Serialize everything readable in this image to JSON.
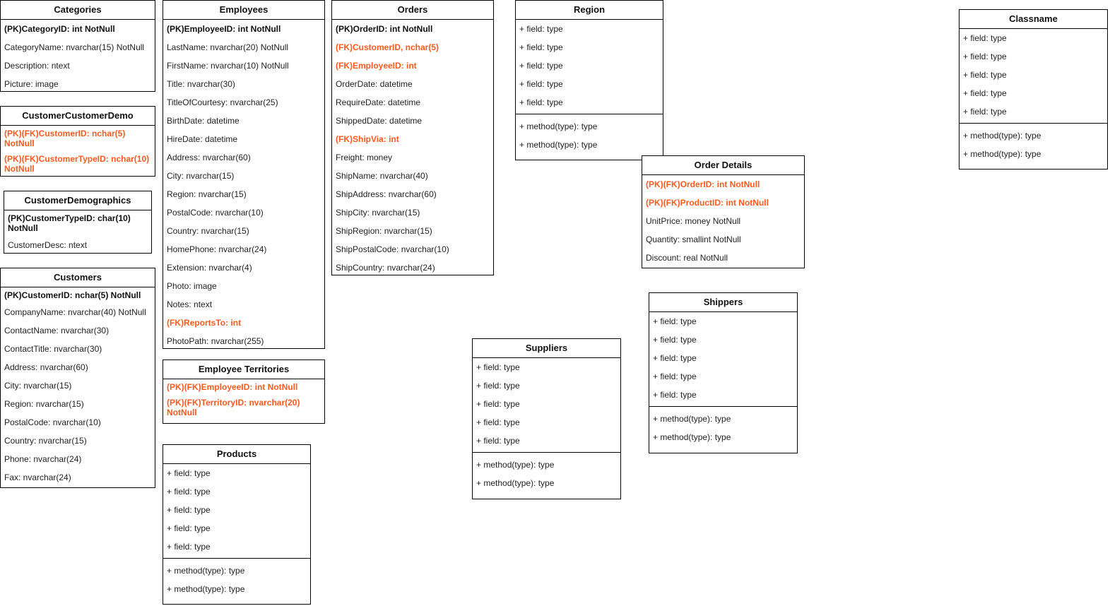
{
  "colors": {
    "fk": "#ff5a1f",
    "border": "#000000",
    "text": "#222222"
  },
  "entities": {
    "categories": {
      "title": "Categories",
      "fields": [
        {
          "text": "(PK)CategoryID: int NotNull",
          "kind": "pk"
        },
        {
          "text": "CategoryName: nvarchar(15) NotNull",
          "kind": "plain"
        },
        {
          "text": "Description: ntext",
          "kind": "plain"
        },
        {
          "text": "Picture: image",
          "kind": "plain"
        }
      ]
    },
    "customer_customer_demo": {
      "title": "CustomerCustomerDemo",
      "fields": [
        {
          "text": "(PK)(FK)CustomerID: nchar(5) NotNull",
          "kind": "fk"
        },
        {
          "text": "(PK)(FK)CustomerTypeID: nchar(10) NotNull",
          "kind": "fk"
        }
      ]
    },
    "customer_demographics": {
      "title": "CustomerDemographics",
      "fields": [
        {
          "text": "(PK)CustomerTypeID: char(10) NotNull",
          "kind": "pk"
        },
        {
          "text": "CustomerDesc: ntext",
          "kind": "plain"
        }
      ]
    },
    "customers": {
      "title": "Customers",
      "fields": [
        {
          "text": "(PK)CustomerID: nchar(5) NotNull",
          "kind": "pk"
        },
        {
          "text": "CompanyName: nvarchar(40) NotNull",
          "kind": "plain"
        },
        {
          "text": "ContactName: nvarchar(30)",
          "kind": "plain"
        },
        {
          "text": "ContactTitle: nvarchar(30)",
          "kind": "plain"
        },
        {
          "text": "Address: nvarchar(60)",
          "kind": "plain"
        },
        {
          "text": "City: nvarchar(15)",
          "kind": "plain"
        },
        {
          "text": "Region: nvarchar(15)",
          "kind": "plain"
        },
        {
          "text": "PostalCode: nvarchar(10)",
          "kind": "plain"
        },
        {
          "text": "Country: nvarchar(15)",
          "kind": "plain"
        },
        {
          "text": "Phone: nvarchar(24)",
          "kind": "plain"
        },
        {
          "text": "Fax: nvarchar(24)",
          "kind": "plain"
        }
      ]
    },
    "employees": {
      "title": "Employees",
      "fields": [
        {
          "text": "(PK)EmployeeID: int NotNull",
          "kind": "pk"
        },
        {
          "text": "LastName: nvarchar(20) NotNull",
          "kind": "plain"
        },
        {
          "text": "FirstName: nvarchar(10) NotNull",
          "kind": "plain"
        },
        {
          "text": "Title: nvarchar(30)",
          "kind": "plain"
        },
        {
          "text": "TitleOfCourtesy: nvarchar(25)",
          "kind": "plain"
        },
        {
          "text": "BirthDate: datetime",
          "kind": "plain"
        },
        {
          "text": "HireDate: datetime",
          "kind": "plain"
        },
        {
          "text": "Address: nvarchar(60)",
          "kind": "plain"
        },
        {
          "text": "City: nvarchar(15)",
          "kind": "plain"
        },
        {
          "text": "Region: nvarchar(15)",
          "kind": "plain"
        },
        {
          "text": "PostalCode: nvarchar(10)",
          "kind": "plain"
        },
        {
          "text": "Country: nvarchar(15)",
          "kind": "plain"
        },
        {
          "text": "HomePhone: nvarchar(24)",
          "kind": "plain"
        },
        {
          "text": "Extension: nvarchar(4)",
          "kind": "plain"
        },
        {
          "text": "Photo: image",
          "kind": "plain"
        },
        {
          "text": "Notes: ntext",
          "kind": "plain"
        },
        {
          "text": "(FK)ReportsTo: int",
          "kind": "fk"
        },
        {
          "text": "PhotoPath: nvarchar(255)",
          "kind": "plain"
        }
      ]
    },
    "employee_territories": {
      "title": "Employee Territories",
      "fields": [
        {
          "text": "(PK)(FK)EmployeeID: int NotNull",
          "kind": "fk"
        },
        {
          "text": "(PK)(FK)TerritoryID: nvarchar(20) NotNull",
          "kind": "fk"
        }
      ]
    },
    "products": {
      "title": "Products",
      "fields": [
        {
          "text": "+ field: type",
          "kind": "plain"
        },
        {
          "text": "+ field: type",
          "kind": "plain"
        },
        {
          "text": "+ field: type",
          "kind": "plain"
        },
        {
          "text": "+ field: type",
          "kind": "plain"
        },
        {
          "text": "+ field: type",
          "kind": "plain"
        }
      ],
      "methods": [
        "+ method(type): type",
        "+ method(type): type"
      ]
    },
    "orders": {
      "title": "Orders",
      "fields": [
        {
          "text": "(PK)OrderID: int NotNull",
          "kind": "pk"
        },
        {
          "text": "(FK)CustomerID, nchar(5)",
          "kind": "fk"
        },
        {
          "text": "(FK)EmployeeID: int",
          "kind": "fk"
        },
        {
          "text": "OrderDate: datetime",
          "kind": "plain"
        },
        {
          "text": "RequireDate: datetime",
          "kind": "plain"
        },
        {
          "text": "ShippedDate: datetime",
          "kind": "plain"
        },
        {
          "text": "(FK)ShipVia: int",
          "kind": "fk"
        },
        {
          "text": "Freight: money",
          "kind": "plain"
        },
        {
          "text": "ShipName: nvarchar(40)",
          "kind": "plain"
        },
        {
          "text": "ShipAddress: nvarchar(60)",
          "kind": "plain"
        },
        {
          "text": "ShipCity: nvarchar(15)",
          "kind": "plain"
        },
        {
          "text": "ShipRegion: nvarchar(15)",
          "kind": "plain"
        },
        {
          "text": "ShipPostalCode: nvarchar(10)",
          "kind": "plain"
        },
        {
          "text": "ShipCountry: nvarchar(24)",
          "kind": "plain"
        }
      ]
    },
    "region": {
      "title": "Region",
      "fields": [
        {
          "text": "+ field: type",
          "kind": "plain"
        },
        {
          "text": "+ field: type",
          "kind": "plain"
        },
        {
          "text": "+ field: type",
          "kind": "plain"
        },
        {
          "text": "+ field: type",
          "kind": "plain"
        },
        {
          "text": "+ field: type",
          "kind": "plain"
        }
      ],
      "methods": [
        "+ method(type): type",
        "+ method(type): type"
      ]
    },
    "order_details": {
      "title": "Order Details",
      "fields": [
        {
          "text": "(PK)(FK)OrderID: int NotNull",
          "kind": "fk"
        },
        {
          "text": "(PK)(FK)ProductID: int NotNull",
          "kind": "fk"
        },
        {
          "text": "UnitPrice: money NotNull",
          "kind": "plain"
        },
        {
          "text": "Quantity: smallint NotNull",
          "kind": "plain"
        },
        {
          "text": "Discount: real NotNull",
          "kind": "plain"
        }
      ]
    },
    "shippers": {
      "title": "Shippers",
      "fields": [
        {
          "text": "+ field: type",
          "kind": "plain"
        },
        {
          "text": "+ field: type",
          "kind": "plain"
        },
        {
          "text": "+ field: type",
          "kind": "plain"
        },
        {
          "text": "+ field: type",
          "kind": "plain"
        },
        {
          "text": "+ field: type",
          "kind": "plain"
        }
      ],
      "methods": [
        "+ method(type): type",
        "+ method(type): type"
      ]
    },
    "suppliers": {
      "title": "Suppliers",
      "fields": [
        {
          "text": "+ field: type",
          "kind": "plain"
        },
        {
          "text": "+ field: type",
          "kind": "plain"
        },
        {
          "text": "+ field: type",
          "kind": "plain"
        },
        {
          "text": "+ field: type",
          "kind": "plain"
        },
        {
          "text": "+ field: type",
          "kind": "plain"
        }
      ],
      "methods": [
        "+ method(type): type",
        "+ method(type): type"
      ]
    },
    "classname": {
      "title": "Classname",
      "fields": [
        {
          "text": "+ field: type",
          "kind": "plain"
        },
        {
          "text": "+ field: type",
          "kind": "plain"
        },
        {
          "text": "+ field: type",
          "kind": "plain"
        },
        {
          "text": "+ field: type",
          "kind": "plain"
        },
        {
          "text": "+ field: type",
          "kind": "plain"
        }
      ],
      "methods": [
        "+ method(type): type",
        "+ method(type): type"
      ]
    }
  }
}
